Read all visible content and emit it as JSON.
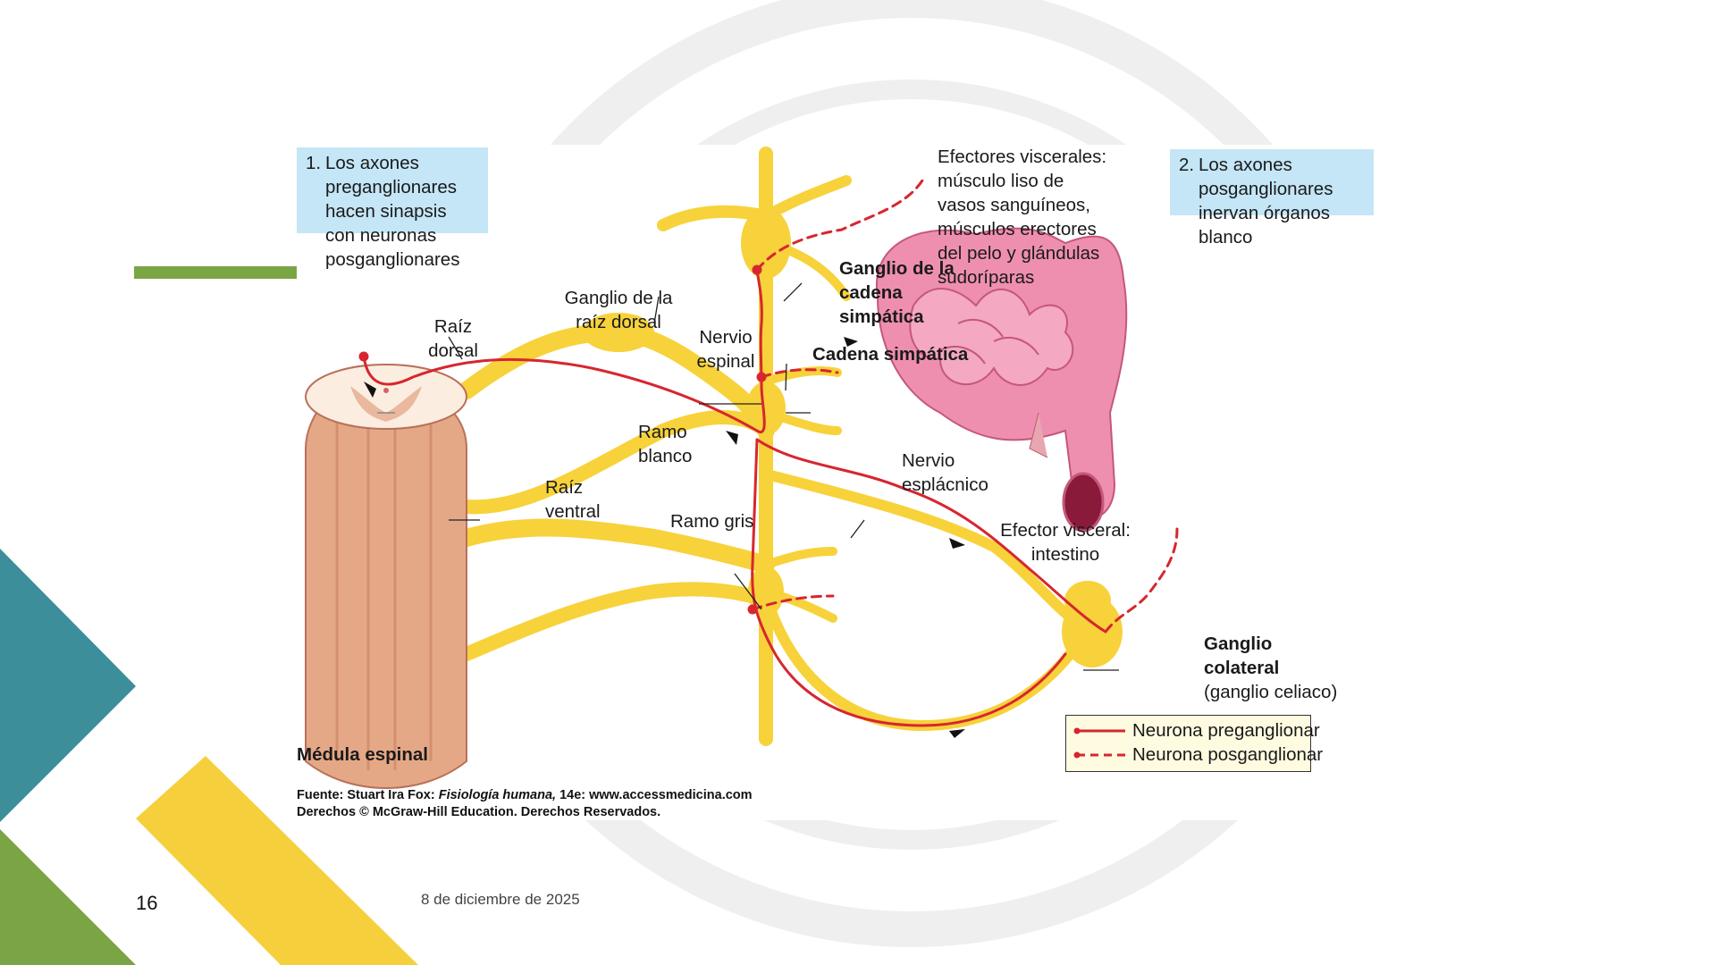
{
  "slide": {
    "page_number": "16",
    "date": "8 de diciembre de 2025",
    "colors": {
      "teal": "#3b8e9a",
      "green": "#7aa545",
      "yellow": "#f6cf3d"
    }
  },
  "diagram": {
    "callout_1": {
      "number": "1.",
      "text": "Los axones preganglionares hacen sinapsis con neuronas posganglionares"
    },
    "callout_2": {
      "number": "2.",
      "text": "Los axones posganglionares inervan órganos blanco"
    },
    "labels": {
      "efectores_viscerales": "Efectores viscerales: músculo liso de vasos sanguíneos, músculos erectores del pelo y glándulas sudoríparas",
      "ganglio_cadena": "Ganglio de la cadena simpática",
      "cadena_simpatica": "Cadena simpática",
      "ganglio_raiz_dorsal": "Ganglio de la raíz dorsal",
      "raiz_dorsal": "Raíz dorsal",
      "nervio_espinal": "Nervio espinal",
      "ramo_blanco": "Ramo blanco",
      "raiz_ventral": "Raíz ventral",
      "ramo_gris": "Ramo gris",
      "nervio_esplacnico": "Nervio esplácnico",
      "efector_visceral": "Efector visceral: intestino",
      "ganglio_colateral": "Ganglio colateral",
      "ganglio_celiaco": "(ganglio celiaco)",
      "medula_espinal": "Médula espinal"
    },
    "legend": {
      "preganglionar": "Neurona preganglionar",
      "posganglionar": "Neurona posganglionar"
    },
    "source": {
      "prefix": "Fuente: Stuart Ira Fox: ",
      "title": "Fisiología humana,",
      "suffix": " 14e: www.accessmedicina.com",
      "rights": "Derechos © McGraw-Hill Education. Derechos Reservados."
    },
    "colors": {
      "nerve": "#f7d23a",
      "neuron": "#d7262f",
      "cord": "#e5a887",
      "intestine": "#ef8fb0"
    }
  }
}
